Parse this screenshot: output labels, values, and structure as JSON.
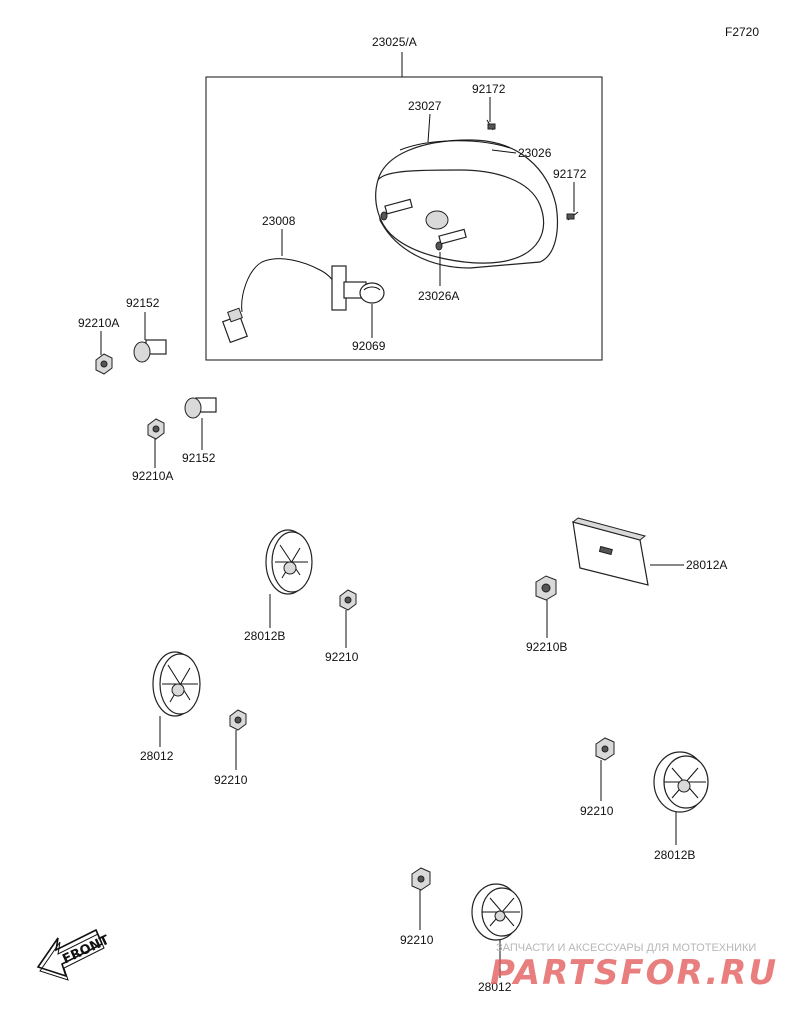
{
  "figure_code": "F2720",
  "assembly_label": "23025/A",
  "callouts": {
    "p23027": "23027",
    "p92172_top": "92172",
    "p23026": "23026",
    "p92172_right": "92172",
    "p23008": "23008",
    "p23026A": "23026A",
    "p92069": "92069",
    "p92152_a": "92152",
    "p92210A_a": "92210A",
    "p92152_b": "92152",
    "p92210A_b": "92210A",
    "p28012A": "28012A",
    "p28012B_a": "28012B",
    "p92210_a": "92210",
    "p92210B": "92210B",
    "p28012_a": "28012",
    "p92210_b": "92210",
    "p92210_c": "92210",
    "p28012B_b": "28012B",
    "p92210_d": "92210",
    "p28012_b": "28012"
  },
  "front_arrow_text": "FRONT",
  "watermark": {
    "tagline": "ЗАПЧАСТИ И АКСЕССУАРЫ ДЛЯ МОТОТЕХНИКИ",
    "logo": "PARTSFOR.RU",
    "logo_color": "#e35b5b"
  }
}
